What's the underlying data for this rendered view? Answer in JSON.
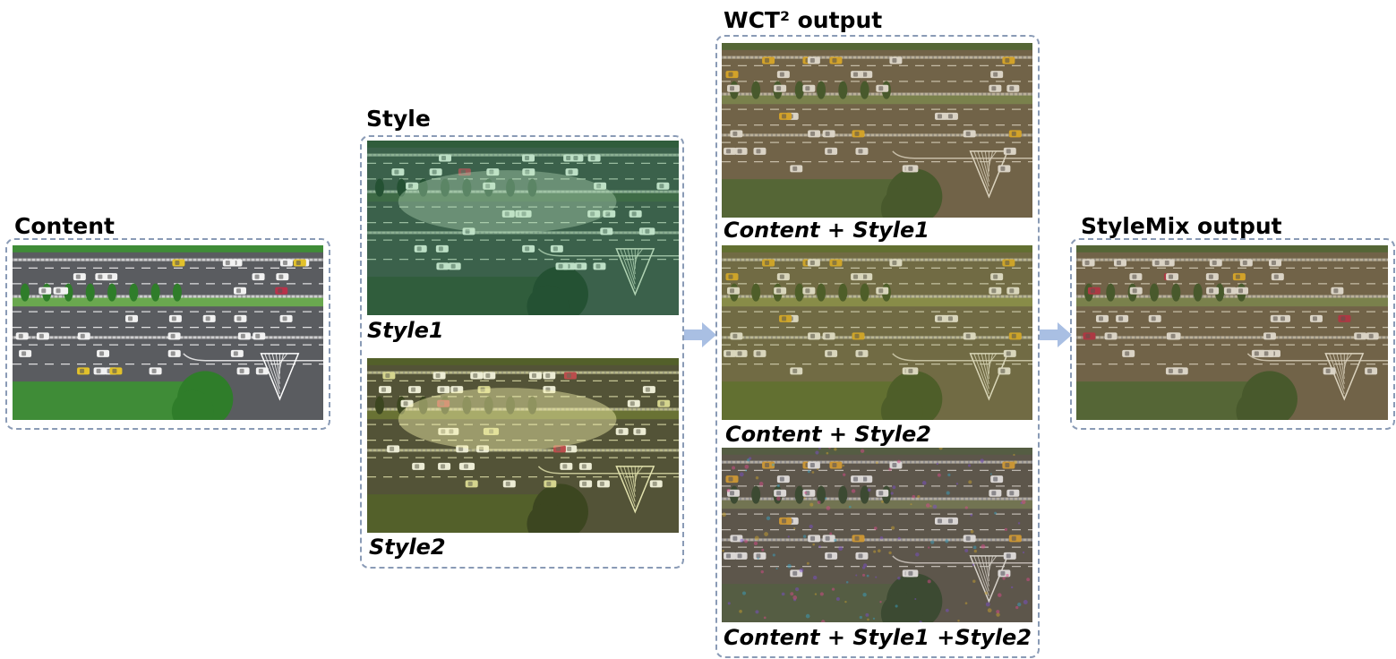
{
  "groups": {
    "content": {
      "title": "Content"
    },
    "style": {
      "title": "Style",
      "captions": [
        "Style1",
        "Style2"
      ]
    },
    "wct2": {
      "title": "WCT² output",
      "captions": [
        [
          "Content",
          " + ",
          "Style1"
        ],
        [
          "Content",
          " + ",
          "Style2"
        ],
        [
          "Content",
          " + ",
          "Style1 +Style2"
        ]
      ]
    },
    "stylemix": {
      "title": "StyleMix output"
    }
  },
  "colors": {
    "box_border": "#8a9bb6",
    "arrow_fill": "#a9bfe3",
    "asphalt": "#55575c",
    "grass": "#3d8a3a",
    "night": "#1e2420"
  },
  "images": [
    {
      "id": "content",
      "variant": "day"
    },
    {
      "id": "style1",
      "variant": "night-green"
    },
    {
      "id": "style2",
      "variant": "night-yellow"
    },
    {
      "id": "wct-s1",
      "variant": "stylized-brown"
    },
    {
      "id": "wct-s2",
      "variant": "stylized-olive"
    },
    {
      "id": "wct-s12",
      "variant": "stylized-noisy"
    },
    {
      "id": "stylemix",
      "variant": "stylized-brown"
    }
  ]
}
